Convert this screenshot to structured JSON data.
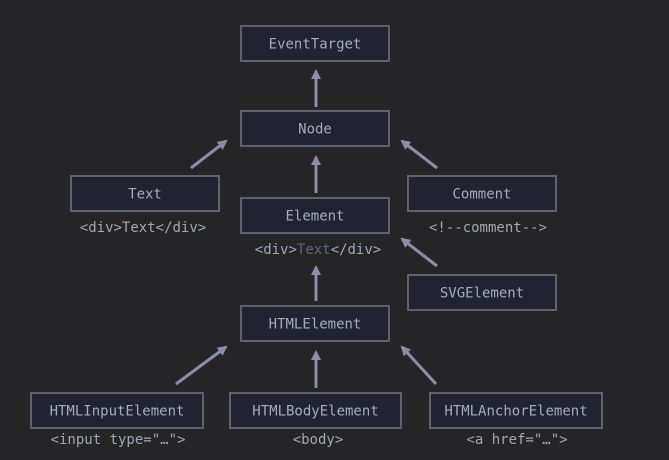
{
  "colors": {
    "background": "#252528",
    "box_fill": "#212330",
    "box_stroke": "#5d6170",
    "arrow": "#8a8ea8",
    "text": "#a8abbd",
    "caption": "#a3a6b4",
    "muted": "#5f6272"
  },
  "nodes": {
    "event_target": "EventTarget",
    "node": "Node",
    "text": "Text",
    "element": "Element",
    "comment": "Comment",
    "svg_element": "SVGElement",
    "html_element": "HTMLElement",
    "html_input_element": "HTMLInputElement",
    "html_body_element": "HTMLBodyElement",
    "html_anchor_element": "HTMLAnchorElement"
  },
  "captions": {
    "text": "<div>Text</div>",
    "element_prefix": "<div>",
    "element_highlight": "Text",
    "element_suffix": "</div>",
    "comment": "<!--comment-->",
    "html_input_element": "<input type=\"…\">",
    "html_body_element": "<body>",
    "html_anchor_element": "<a href=\"…\">"
  }
}
